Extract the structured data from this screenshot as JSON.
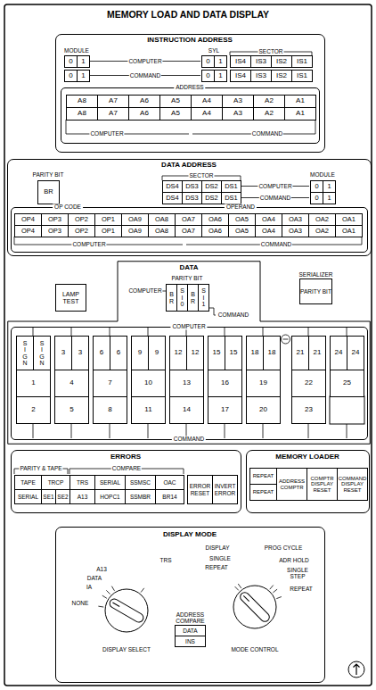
{
  "diagram": {
    "title": "MEMORY LOAD AND DATA DISPLAY",
    "nodes": [
      {
        "text": [
          "INSTRUCTION ADDRESS"
        ]
      },
      {
        "text": [
          "0"
        ],
        "in": 0
      },
      {
        "text": [
          "1"
        ],
        "in": 0
      },
      {
        "text": [
          "0"
        ],
        "in": 0
      },
      {
        "text": [
          "1"
        ],
        "in": 0
      },
      {
        "text": [
          "IS4"
        ],
        "in": 0
      },
      {
        "text": [
          "IS3"
        ],
        "in": 0
      },
      {
        "text": [
          "IS2"
        ],
        "in": 0
      },
      {
        "text": [
          "IS1"
        ],
        "in": 0
      },
      {
        "text": [
          "0"
        ],
        "in": 0
      },
      {
        "text": [
          "1"
        ],
        "in": 0
      },
      {
        "text": [
          "0"
        ],
        "in": 0
      },
      {
        "text": [
          "1"
        ],
        "in": 0
      },
      {
        "text": [
          "IS4"
        ],
        "in": 0
      },
      {
        "text": [
          "IS3"
        ],
        "in": 0
      },
      {
        "text": [
          "IS2"
        ],
        "in": 0
      },
      {
        "text": [
          "IS1"
        ],
        "in": 0
      },
      {
        "text": [
          "ADDRESS"
        ],
        "in": 0
      },
      {
        "text": [
          "A8"
        ],
        "in": 17
      },
      {
        "text": [
          "A7"
        ],
        "in": 17
      },
      {
        "text": [
          "A6"
        ],
        "in": 17
      },
      {
        "text": [
          "A5"
        ],
        "in": 17
      },
      {
        "text": [
          "A4"
        ],
        "in": 17
      },
      {
        "text": [
          "A3"
        ],
        "in": 17
      },
      {
        "text": [
          "A2"
        ],
        "in": 17
      },
      {
        "text": [
          "A1"
        ],
        "in": 17
      },
      {
        "text": [
          "A8"
        ],
        "in": 17
      },
      {
        "text": [
          "A7"
        ],
        "in": 17
      },
      {
        "text": [
          "A6"
        ],
        "in": 17
      },
      {
        "text": [
          "A5"
        ],
        "in": 17
      },
      {
        "text": [
          "A4"
        ],
        "in": 17
      },
      {
        "text": [
          "A3"
        ],
        "in": 17
      },
      {
        "text": [
          "A2"
        ],
        "in": 17
      },
      {
        "text": [
          "A1"
        ],
        "in": 17
      },
      {
        "text": [
          "DATA ADDRESS"
        ]
      },
      {
        "text": [
          "BR"
        ],
        "in": 34
      },
      {
        "text": [
          "DS4"
        ],
        "in": 34
      },
      {
        "text": [
          "DS3"
        ],
        "in": 34
      },
      {
        "text": [
          "DS2"
        ],
        "in": 34
      },
      {
        "text": [
          "DS1"
        ],
        "in": 34
      },
      {
        "text": [
          "0"
        ],
        "in": 34
      },
      {
        "text": [
          "1"
        ],
        "in": 34
      },
      {
        "text": [
          "DS4"
        ],
        "in": 34
      },
      {
        "text": [
          "DS3"
        ],
        "in": 34
      },
      {
        "text": [
          "DS2"
        ],
        "in": 34
      },
      {
        "text": [
          "DS1"
        ],
        "in": 34
      },
      {
        "text": [
          "0"
        ],
        "in": 34
      },
      {
        "text": [
          "1"
        ],
        "in": 34
      },
      {
        "text": [
          "OP CODE",
          "OPERAND"
        ],
        "in": 34
      },
      {
        "text": [
          "OP4"
        ],
        "in": 48
      },
      {
        "text": [
          "OP3"
        ],
        "in": 48
      },
      {
        "text": [
          "OP2"
        ],
        "in": 48
      },
      {
        "text": [
          "OP1"
        ],
        "in": 48
      },
      {
        "text": [
          "OA9"
        ],
        "in": 48
      },
      {
        "text": [
          "OA8"
        ],
        "in": 48
      },
      {
        "text": [
          "OA7"
        ],
        "in": 48
      },
      {
        "text": [
          "OA6"
        ],
        "in": 48
      },
      {
        "text": [
          "OA5"
        ],
        "in": 48
      },
      {
        "text": [
          "OA4"
        ],
        "in": 48
      },
      {
        "text": [
          "OA3"
        ],
        "in": 48
      },
      {
        "text": [
          "OA2"
        ],
        "in": 48
      },
      {
        "text": [
          "OA1"
        ],
        "in": 48
      },
      {
        "text": [
          "OP4"
        ],
        "in": 48
      },
      {
        "text": [
          "OP3"
        ],
        "in": 48
      },
      {
        "text": [
          "OP2"
        ],
        "in": 48
      },
      {
        "text": [
          "OP1"
        ],
        "in": 48
      },
      {
        "text": [
          "OA9"
        ],
        "in": 48
      },
      {
        "text": [
          "OA8"
        ],
        "in": 48
      },
      {
        "text": [
          "OA7"
        ],
        "in": 48
      },
      {
        "text": [
          "OA6"
        ],
        "in": 48
      },
      {
        "text": [
          "OA5"
        ],
        "in": 48
      },
      {
        "text": [
          "OA4"
        ],
        "in": 48
      },
      {
        "text": [
          "OA3"
        ],
        "in": 48
      },
      {
        "text": [
          "OA2"
        ],
        "in": 48
      },
      {
        "text": [
          "OA1"
        ],
        "in": 48
      },
      {
        "text": [
          "DATA"
        ]
      },
      {
        "text": [
          "LAMP TEST"
        ]
      },
      {
        "text": [
          "BR"
        ],
        "in": 75
      },
      {
        "text": [
          "SI0"
        ],
        "in": 75
      },
      {
        "text": [
          "BR"
        ],
        "in": 75
      },
      {
        "text": [
          "SI1"
        ],
        "in": 75
      },
      {
        "text": [
          "SERIALIZER",
          "PARITY BIT"
        ]
      },
      {
        "text": [
          "COMPUTER",
          "COMMAND"
        ],
        "in": 75
      },
      {
        "text": [
          "SIGN"
        ],
        "in": 82
      },
      {
        "text": [
          "SIGN"
        ],
        "in": 82
      },
      {
        "text": [
          "1"
        ],
        "in": 82
      },
      {
        "text": [
          "2"
        ],
        "in": 82
      },
      {
        "text": [
          "3"
        ],
        "in": 82
      },
      {
        "text": [
          "3"
        ],
        "in": 82
      },
      {
        "text": [
          "4"
        ],
        "in": 82
      },
      {
        "text": [
          "5"
        ],
        "in": 82
      },
      {
        "text": [
          "6"
        ],
        "in": 82
      },
      {
        "text": [
          "6"
        ],
        "in": 82
      },
      {
        "text": [
          "7"
        ],
        "in": 82
      },
      {
        "text": [
          "8"
        ],
        "in": 82
      },
      {
        "text": [
          "9"
        ],
        "in": 82
      },
      {
        "text": [
          "9"
        ],
        "in": 82
      },
      {
        "text": [
          "10"
        ],
        "in": 82
      },
      {
        "text": [
          "11"
        ],
        "in": 82
      },
      {
        "text": [
          "12"
        ],
        "in": 82
      },
      {
        "text": [
          "12"
        ],
        "in": 82
      },
      {
        "text": [
          "13"
        ],
        "in": 82
      },
      {
        "text": [
          "14"
        ],
        "in": 82
      },
      {
        "text": [
          "15"
        ],
        "in": 82
      },
      {
        "text": [
          "15"
        ],
        "in": 82
      },
      {
        "text": [
          "16"
        ],
        "in": 82
      },
      {
        "text": [
          "17"
        ],
        "in": 82
      },
      {
        "text": [
          "18"
        ],
        "in": 82
      },
      {
        "text": [
          "18"
        ],
        "in": 82
      },
      {
        "text": [
          "19"
        ],
        "in": 82
      },
      {
        "text": [
          "20"
        ],
        "in": 82
      },
      {
        "text": [
          "21"
        ],
        "in": 82
      },
      {
        "text": [
          "21"
        ],
        "in": 82
      },
      {
        "text": [
          "22"
        ],
        "in": 82
      },
      {
        "text": [
          "23"
        ],
        "in": 82
      },
      {
        "text": [
          "24"
        ],
        "in": 82
      },
      {
        "text": [
          "24"
        ],
        "in": 82
      },
      {
        "text": [
          "25"
        ],
        "in": 82
      },
      {
        "text": [
          "ERRORS"
        ]
      },
      {
        "text": [
          "TAPE"
        ],
        "in": 118
      },
      {
        "text": [
          "TRCP"
        ],
        "in": 118
      },
      {
        "text": [
          "TRS"
        ],
        "in": 118
      },
      {
        "text": [
          "SERIAL"
        ],
        "in": 118
      },
      {
        "text": [
          "SSMSC"
        ],
        "in": 118
      },
      {
        "text": [
          "OAC"
        ],
        "in": 118
      },
      {
        "text": [
          "ERROR RESET"
        ],
        "in": 118
      },
      {
        "text": [
          "INVERT ERROR"
        ],
        "in": 118
      },
      {
        "text": [
          "SERIAL"
        ],
        "in": 118
      },
      {
        "text": [
          "SE1"
        ],
        "in": 118
      },
      {
        "text": [
          "SE2"
        ],
        "in": 118
      },
      {
        "text": [
          "A13"
        ],
        "in": 118
      },
      {
        "text": [
          "HOPC1"
        ],
        "in": 118
      },
      {
        "text": [
          "SSMBR"
        ],
        "in": 118
      },
      {
        "text": [
          "BR14"
        ],
        "in": 118
      },
      {
        "text": [
          "MEMORY LOADER"
        ]
      },
      {
        "text": [
          "REPEAT"
        ],
        "in": 134
      },
      {
        "text": [
          "ADDRESS COMPTR"
        ],
        "in": 134
      },
      {
        "text": [
          "COMPTR DISPLAY RESET"
        ],
        "in": 134
      },
      {
        "text": [
          "COMMAND DISPLAY RESET"
        ],
        "in": 134
      },
      {
        "text": [
          "REPEAT"
        ],
        "in": 134
      },
      {
        "text": [
          "DISPLAY MODE"
        ]
      },
      {
        "text": [
          "ADDRESS COMPARE"
        ],
        "in": 140
      },
      {
        "text": [
          "DATA"
        ],
        "in": 141
      },
      {
        "text": [
          "INS"
        ],
        "in": 141
      }
    ],
    "labels": [
      "MODULE",
      "SYL",
      "SECTOR",
      "COMPUTER",
      "COMMAND",
      "COMPUTER",
      "COMMAND",
      "PARITY BIT",
      "SECTOR",
      "COMPUTER",
      "COMMAND",
      "MODULE",
      "COMPUTER",
      "COMMAND",
      "COMPUTER",
      "PARITY BIT",
      "COMMAND",
      "PARITY & TAPE",
      "COMPARE",
      "A13",
      "DATA",
      "IA",
      "NONE",
      "TRS",
      "DISPLAY SELECT",
      "DISPLAY",
      "SINGLE",
      "REPEAT",
      "PROG CYCLE",
      "ADR HOLD",
      "SINGLE STEP",
      "REPEAT",
      "MODE CONTROL"
    ]
  }
}
